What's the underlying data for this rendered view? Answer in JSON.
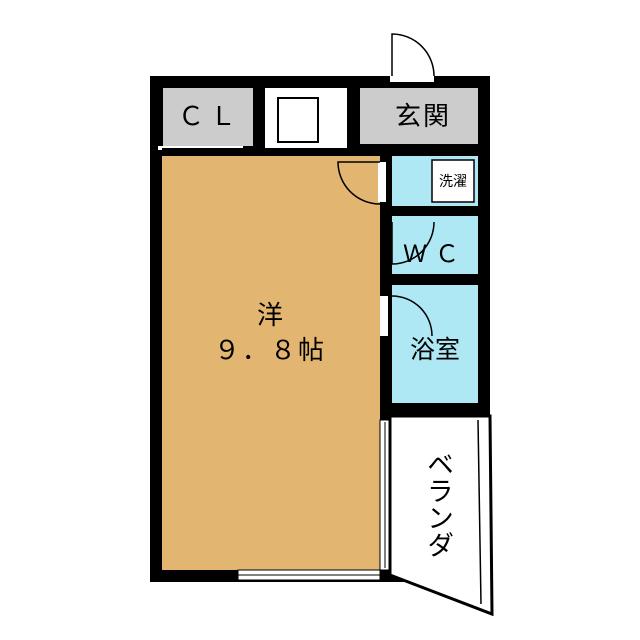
{
  "colors": {
    "wall": "#000000",
    "western_room_floor": "#e2b571",
    "wet_area_floor": "#aee8f4",
    "storage_floor": "#cccccc",
    "background": "#ffffff"
  },
  "rooms": {
    "closet": {
      "label": "ＣＬ"
    },
    "entrance": {
      "label": "玄関"
    },
    "washer": {
      "label": "洗濯"
    },
    "toilet": {
      "label": "ＷＣ"
    },
    "bathroom": {
      "label": "浴室"
    },
    "western_room": {
      "label": "洋",
      "size": "９．８帖"
    },
    "veranda": {
      "label": "ベランダ"
    }
  }
}
